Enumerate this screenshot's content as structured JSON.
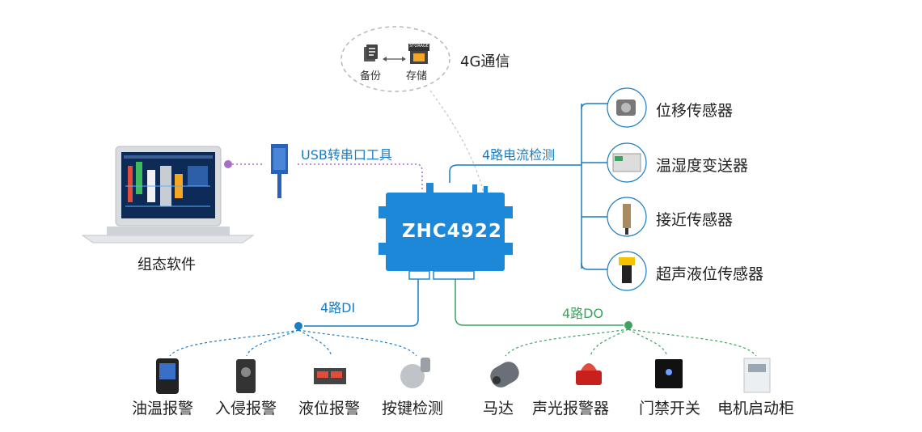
{
  "cloud": {
    "backup": "备份",
    "storage": "存储",
    "storage_tag": "STORAGE",
    "label": "4G通信"
  },
  "device": {
    "name": "ZHC4922"
  },
  "laptop": {
    "label": "组态软件"
  },
  "usb": {
    "label": "USB转串口工具"
  },
  "current": {
    "label": "4路电流检测"
  },
  "sensors": [
    "位移传感器",
    "温湿度变送器",
    "接近传感器",
    "超声液位传感器"
  ],
  "di": {
    "label": "4路DI",
    "items": [
      "油温报警",
      "入侵报警",
      "液位报警",
      "按键检测"
    ]
  },
  "do": {
    "label": "4路DO",
    "items": [
      "马达",
      "声光报警器",
      "门禁开关",
      "电机启动柜"
    ]
  },
  "colors": {
    "blue": "#1a7cc2",
    "green": "#3aa35e",
    "device": "#1e88d8",
    "purple": "#a46fc4"
  }
}
